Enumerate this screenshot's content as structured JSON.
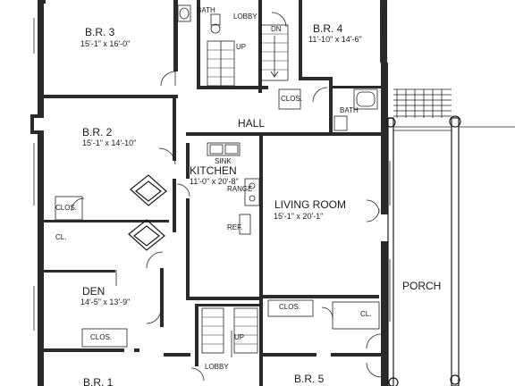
{
  "rooms": {
    "br3": {
      "name": "B.R. 3",
      "dims": "15'-1\" x 16'-0\""
    },
    "br4": {
      "name": "B.R. 4",
      "dims": "11'-10\" x 14'-6\""
    },
    "br2": {
      "name": "B.R. 2",
      "dims": "15'-1\" x 14'-10\""
    },
    "kitchen": {
      "name": "KITCHEN",
      "dims": "11'-0\" x 20'-8\""
    },
    "living": {
      "name": "LIVING ROOM",
      "dims": "15'-1\" x 20'-1\""
    },
    "den": {
      "name": "DEN",
      "dims": "14'-5\" x 13'-9\""
    },
    "br1": {
      "name": "B.R. 1"
    },
    "br5": {
      "name": "B.R. 5"
    }
  },
  "labels": {
    "bath_top": "BATH",
    "lobby_top": "LOBBY",
    "up_top": "UP",
    "dn": "DN",
    "clos_top": "CLOS.",
    "bath_right": "BATH",
    "hall": "HALL",
    "sink": "SINK",
    "range": "RANGE",
    "ref": "REF.",
    "clos_left": "CLOS.",
    "cl_left": "CL.",
    "clos_den": "CLOS.",
    "clos_mid": "CLOS.",
    "cl_right": "CL.",
    "porch": "PORCH",
    "up_bottom": "UP",
    "lobby_bottom": "LOBBY"
  }
}
